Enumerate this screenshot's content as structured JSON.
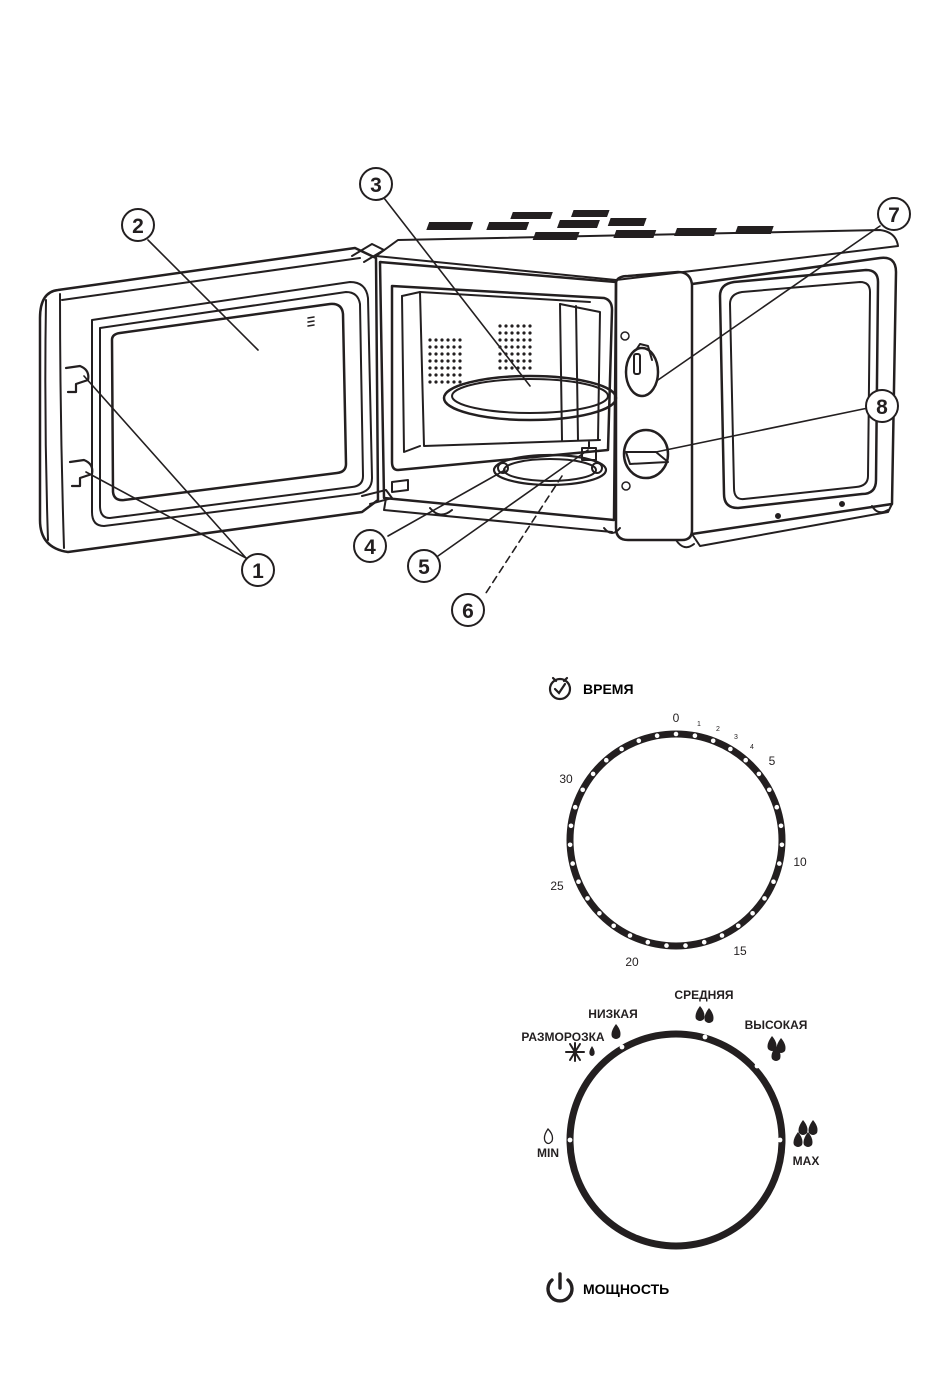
{
  "callouts": [
    "1",
    "2",
    "3",
    "4",
    "5",
    "6",
    "7",
    "8"
  ],
  "time_dial": {
    "title": "ВРЕМЯ",
    "major_labels": [
      "0",
      "5",
      "10",
      "15",
      "20",
      "25",
      "30"
    ],
    "minor_labels": [
      "1",
      "2",
      "3",
      "4"
    ]
  },
  "power_dial": {
    "title": "МОЩНОСТЬ",
    "levels": [
      "MIN",
      "РАЗМОРОЗКА",
      "НИЗКАЯ",
      "СРЕДНЯЯ",
      "ВЫСОКАЯ",
      "MAX"
    ]
  },
  "icons": [
    "clock-icon",
    "power-icon",
    "snowflake-icon",
    "flame-icon",
    "drop-icon"
  ],
  "colors": {
    "line": "#231f20",
    "background": "#ffffff"
  }
}
